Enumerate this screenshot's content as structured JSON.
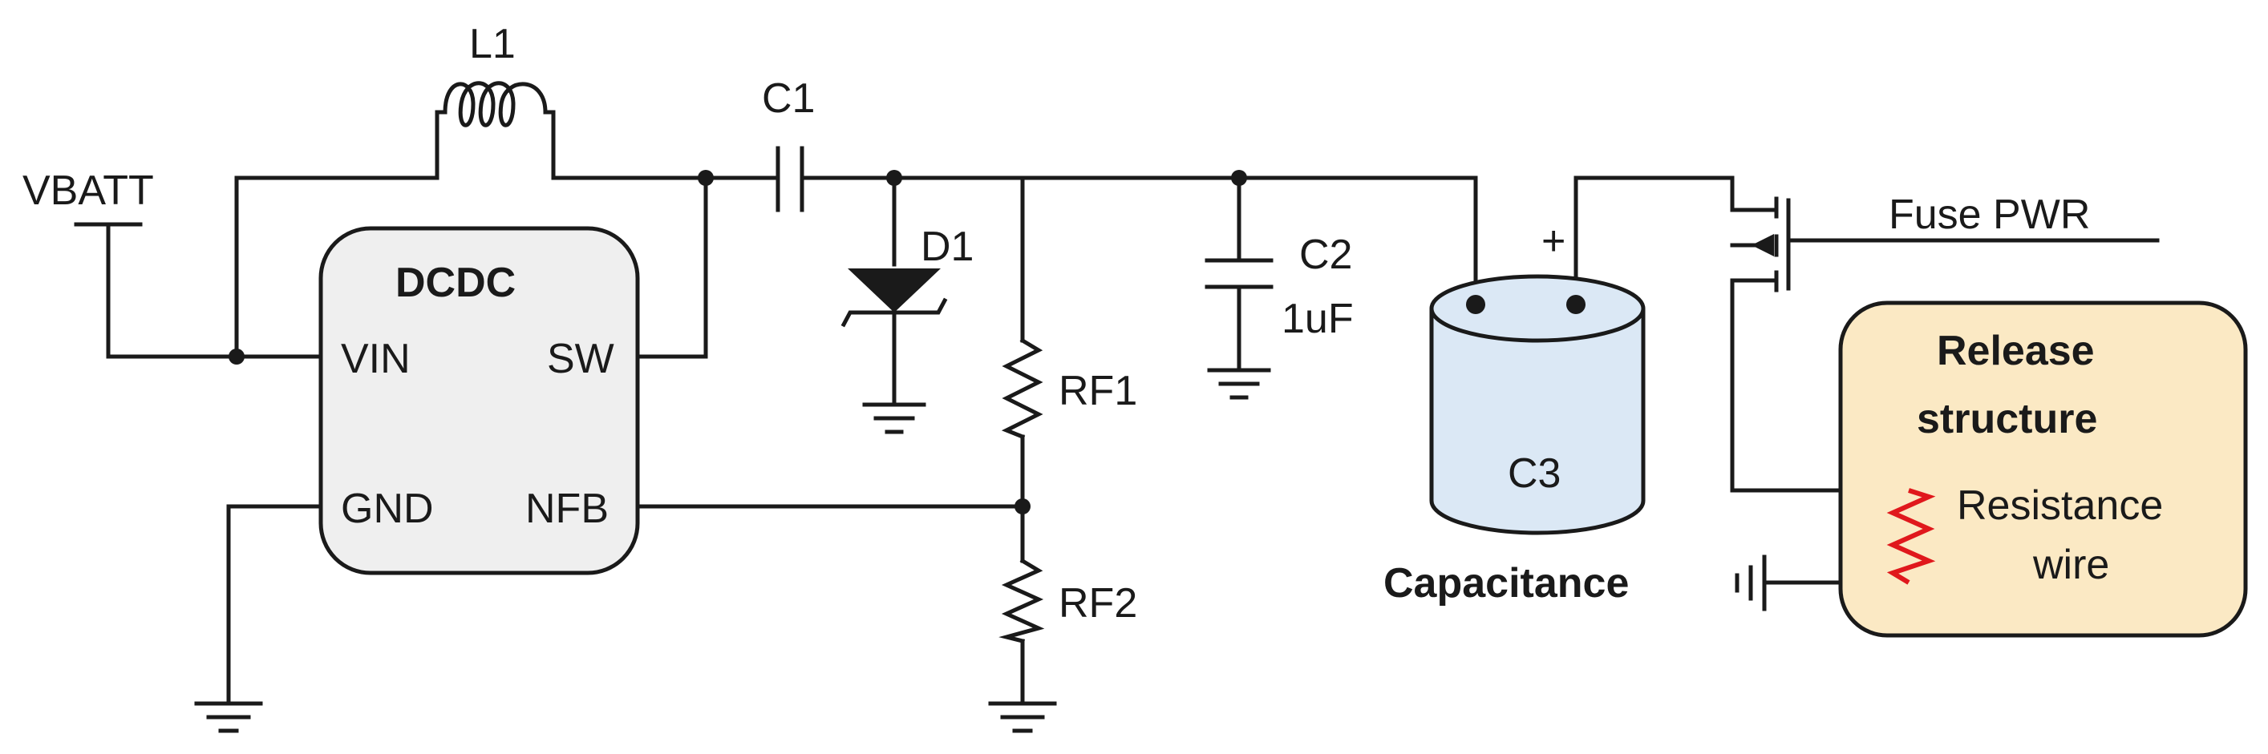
{
  "labels": {
    "vbatt": "VBATT",
    "l1": "L1",
    "c1": "C1",
    "d1": "D1",
    "c2": "C2",
    "c2_value": "1uF",
    "rf1": "RF1",
    "rf2": "RF2",
    "c3": "C3",
    "capacitance": "Capacitance",
    "plus": "+",
    "fuse_pwr": "Fuse PWR"
  },
  "dcdc": {
    "title": "DCDC",
    "pin_vin": "VIN",
    "pin_sw": "SW",
    "pin_gnd": "GND",
    "pin_nfb": "NFB"
  },
  "release": {
    "title_line1": "Release",
    "title_line2": "structure",
    "wire_line1": "Resistance",
    "wire_line2": "wire"
  },
  "colors": {
    "ic_fill": "#efefef",
    "capacitor_fill": "#dbe8f5",
    "release_fill": "#fbe9c4",
    "resistance_wire": "#e0181c"
  }
}
